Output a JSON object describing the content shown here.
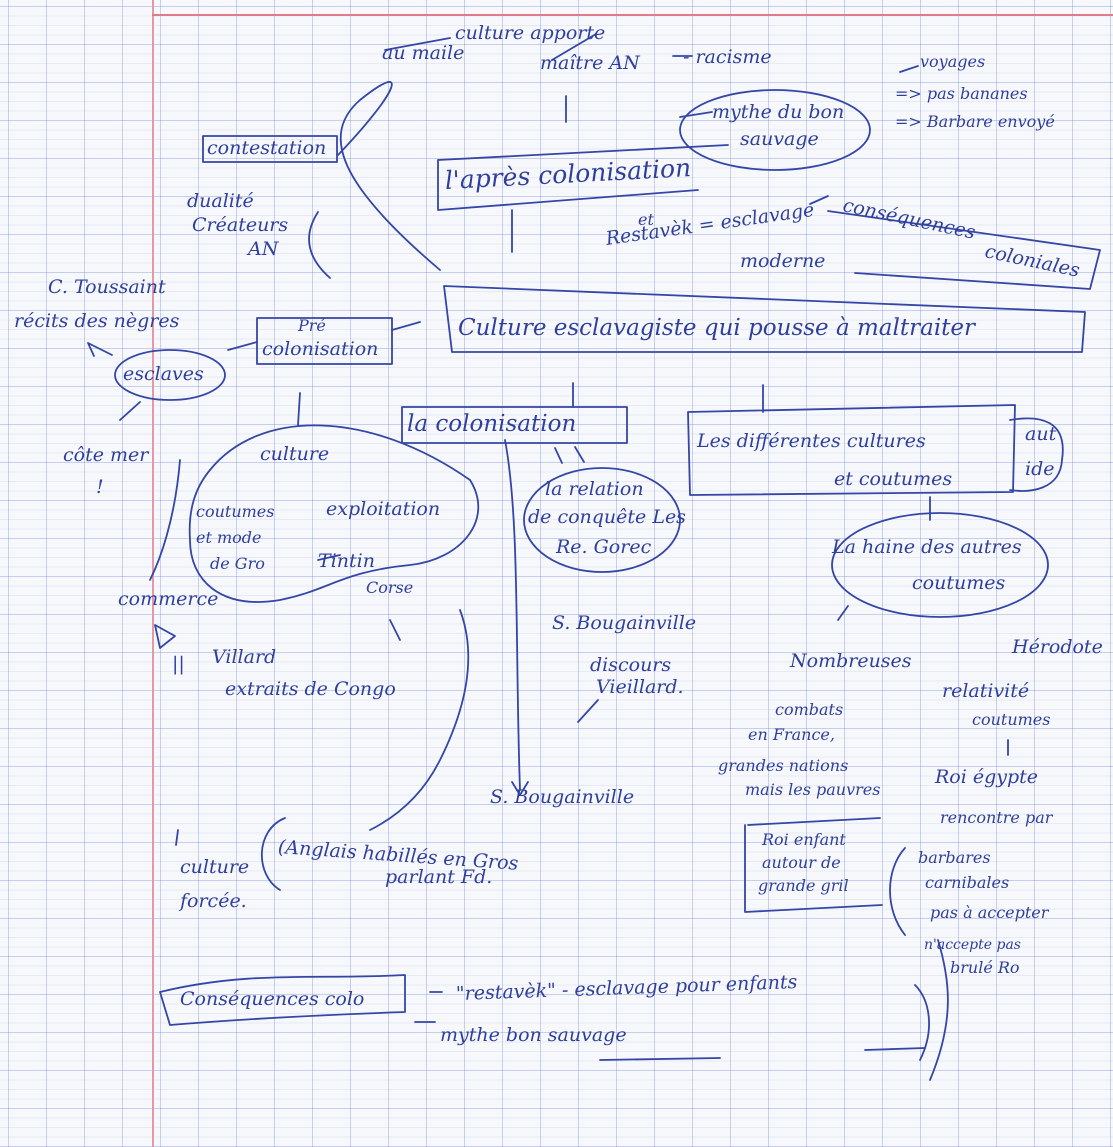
{
  "page": {
    "ink_color": "#3446a6",
    "paper_color": "#f7f8fc",
    "grid_color": "#8a9ad4",
    "margin_color": "#e07b88"
  },
  "notes": {
    "top_left_line": "au maile",
    "top_culture": "culture apporte",
    "top_maitre": "maître AN",
    "top_racisme": "- racisme",
    "mythe_line1": "mythe du bon",
    "mythe_line2": "sauvage",
    "right_top_1": "voyages",
    "right_top_2": "=> pas bananes",
    "right_top_3": "=> Barbare envoyé",
    "contestation": "contestation",
    "apres_colonisation": "l'après colonisation",
    "dualite_1": "dualité",
    "dualite_2": "Créateurs",
    "dualite_3": "AN",
    "consequences_1": "conséquences",
    "consequences_2": "coloniales",
    "et": "et",
    "restavek": "Restavèk = esclavage",
    "moderne": "moderne",
    "toussaint_1": "C. Toussaint",
    "toussaint_2": "récits des nègres",
    "esclaves": "esclaves",
    "pre_colonisation_1": "Pré",
    "pre_colonisation_2": "colonisation",
    "culture_esclavagiste": "Culture esclavagiste qui pousse à maltraiter",
    "la_colonisation": "la colonisation",
    "differentes_cultures_1": "Les différentes cultures",
    "differentes_cultures_2": "et coutumes",
    "aut_ide_1": "aut",
    "aut_ide_2": "ide",
    "cote_mer": "côte mer",
    "culture_node": "culture",
    "coutumes_1": "coutumes",
    "coutumes_2": "et mode",
    "coutumes_3": "de Gro",
    "exploitation": "exploitation",
    "relation_1": "la relation",
    "relation_2": "de conquête Les",
    "relation_3": "Re. Gorec",
    "haine_1": "La haine des autres",
    "haine_2": "coutumes",
    "tintin_1": "Tintin",
    "tintin_2": "Corse",
    "commerce": "commerce",
    "bougainville_1": "S. Bougainville",
    "discours_1": "discours",
    "discours_2": "Vieillard.",
    "nombreuses_1": "Nombreuses",
    "combats_1": "combats",
    "combats_2": "en France,",
    "combats_3": "grandes nations",
    "combats_4": "mais les pauvres",
    "herodote": "Hérodote",
    "relativite_1": "relativité",
    "relativite_2": "coutumes",
    "villard_1": "Villard",
    "villard_2": "extraits de Congo",
    "bougainville_2": "S. Bougainville",
    "egypte_1": "Roi égypte",
    "egypte_2": "rencontre par",
    "barbares_1": "barbares",
    "barbares_2": "carnibales",
    "barbares_3": "pas à accepter",
    "barbares_4": "n'accepte pas",
    "barbares_5": "brulé Ro",
    "roi_1": "Roi enfant",
    "roi_2": "autour de",
    "roi_3": "grande gril",
    "culture_forcee_1": "culture",
    "culture_forcee_2": "forcée.",
    "anglais_1": "(Anglais habillés en Gros",
    "anglais_2": "parlant Fd.",
    "consequences_box": "Conséquences colo",
    "restavek_2": "\"restavèk\" - esclavage pour enfants",
    "mythe_bon_sauvage": "mythe bon sauvage"
  }
}
